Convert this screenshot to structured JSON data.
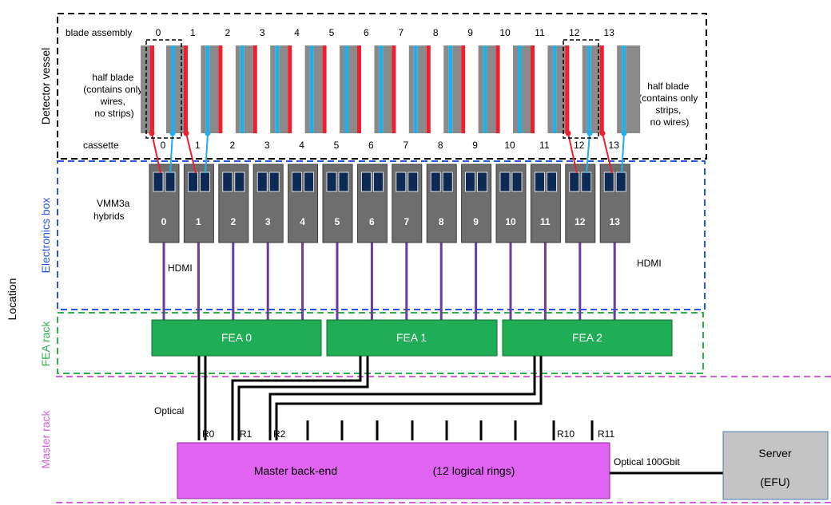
{
  "regions": {
    "detector_vessel": "Detector vessel",
    "electronics_box": "Electronics box",
    "fea_rack": "FEA rack",
    "master_rack": "Master rack",
    "location": "Location"
  },
  "labels": {
    "blade_assembly": "blade assembly",
    "cassette": "cassette",
    "vmm_line1": "VMM3a",
    "vmm_line2": "hybrids",
    "hdmi_left": "HDMI",
    "hdmi_right": "HDMI",
    "optical": "Optical",
    "optical_100g": "Optical 100Gbit"
  },
  "half_blade_left": [
    "half blade",
    "(contains only",
    "wires,",
    "no strips)"
  ],
  "half_blade_right": [
    "half blade",
    "(contains only",
    "strips,",
    "no wires)"
  ],
  "blade_numbers": [
    "0",
    "1",
    "2",
    "3",
    "4",
    "5",
    "6",
    "7",
    "8",
    "9",
    "10",
    "11",
    "12",
    "13"
  ],
  "cassette_numbers": [
    "0",
    "1",
    "2",
    "3",
    "4",
    "5",
    "6",
    "7",
    "8",
    "9",
    "10",
    "11",
    "12",
    "13"
  ],
  "hybrid_numbers": [
    "0",
    "1",
    "2",
    "3",
    "4",
    "5",
    "6",
    "7",
    "8",
    "9",
    "10",
    "11",
    "12",
    "13"
  ],
  "fea": [
    "FEA 0",
    "FEA 1",
    "FEA 2"
  ],
  "rings": {
    "r0": "R0",
    "r1": "R1",
    "r2": "R2",
    "r10": "R10",
    "r11": "R11"
  },
  "master": {
    "name": "Master back-end",
    "desc": "(12 logical rings)"
  },
  "server": {
    "name": "Server",
    "desc": "(EFU)"
  },
  "colors": {
    "detector_border": "#000000",
    "electronics_border": "#2a55e0",
    "fea_border": "#2fb04a",
    "master_border": "#d65ce0",
    "blade_grey": "#8a8a8a",
    "wire_red": "#ee2030",
    "strip_blue": "#22aee8",
    "hybrid_grey": "#6e6e6e",
    "chip_navy": "#0d2a55",
    "hdmi_purple": "#6a3d9a",
    "fea_green": "#1fad55",
    "master_fill": "#e063f2",
    "server_fill": "#c4c4c4"
  }
}
